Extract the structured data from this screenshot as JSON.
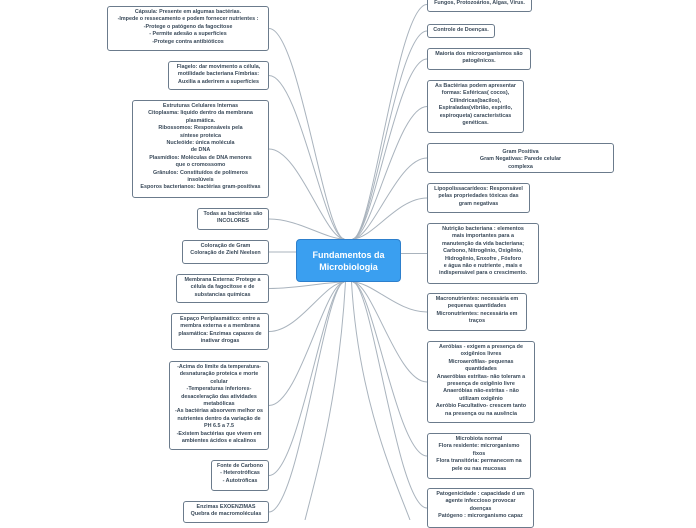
{
  "central": {
    "title": "Fundamentos da Microbiologia"
  },
  "left_nodes": [
    {
      "id": "capsula",
      "text": "Cápsula: Presente em algumas bactérias.\n-Impede o ressecamento e podem fornecer nutrientes :\n-Protege o patógeno da fagocitose\n- Permite adesão a superfícies\n-Protege contra antibióticos"
    },
    {
      "id": "flagelo",
      "text": "Flagelo: dar movimento a célula,\nmotilidade bacteriana Fímbrias:\nAuxilia a aderirem a superfícies"
    },
    {
      "id": "estruturas",
      "text": "Estruturas Celulares Internas\nCitoplasma: liquido dentro da membrana\nplasmática.\nRibossomos: Responsáveis pela\nsíntese proteica\nNucleóide: única molécula\nde DNA\nPlasmídios: Moléculas de DNA menores\nque o cromossomo\nGrânulos: Constituídos de polímeros\ninsolúveis\nEsporos bacterianos: bactérias gram-positivas"
    },
    {
      "id": "incolores",
      "text": "Todas as bactérias são\nINCOLORES"
    },
    {
      "id": "coloracao",
      "text": "Coloração de Gram\nColoração de Ziehl Neelsen"
    },
    {
      "id": "membrana_externa",
      "text": "Membrana Externa: Protege a\ncélula da fagocitose e de\nsubstancias químicas"
    },
    {
      "id": "periplasmatico",
      "text": "Espaço Periplasmático: entre a\nmembra externa e a membrana\nplasmática: Enzimas capazes de\ninativar drogas"
    },
    {
      "id": "temperatura",
      "text": "-Acima do limite da temperatura-\ndesnaturação proteica e morte\ncelular\n-Temperaturas inferiores-\ndesaceleração das atividades\nmetabólicas\n-As bactérias absorvem melhor os\nnutrientes dentro da variação de\nPH 6.5 a 7.5\n-Existem bactérias que vivem em\nambientes ácidos e alcalinos"
    },
    {
      "id": "fonte_carbono",
      "text": "Fonte de Carbono\n- Heterotróficas\n- Autotróficas"
    },
    {
      "id": "enzimas",
      "text": "Enzimas EXOENZIMAS\nQuebra de macromoléculas"
    }
  ],
  "right_nodes": [
    {
      "id": "fungos",
      "text": "Fungos, Protozoários, Algas, Vírus."
    },
    {
      "id": "controle",
      "text": "Controle de Doenças."
    },
    {
      "id": "maioria",
      "text": "Maioria dos microorganismos são\npatogênicos."
    },
    {
      "id": "formas",
      "text": "As Bactérias podem apresentar\nformas: Esféricas( cocos),\nCilíndricas(bacilos),\nEspiraladas(vibrião, espirilo,\nespiroqueta) características\ngenéticas."
    },
    {
      "id": "gram",
      "text": "Gram Positiva\nGram Negativas: Parede celular\ncomplexa"
    },
    {
      "id": "lipopolissacarideos",
      "text": "Lipopolissacarídeos: Responsável\npelas propriedades tóxicas das\ngram negativas"
    },
    {
      "id": "nutricao",
      "text": "Nutrição bacteriana : elementos\nmais importantes para a\nmanutenção da vida bacteriana;\nCarbono, Nitrogênio, Oxigênio,\nHidrogênio, Enxofre , Fósforo\ne água não e nutriente , mais e\nindispensável para o crescimento."
    },
    {
      "id": "macronutrientes",
      "text": "Macronutrientes: necessária em\npequenas quantidades\nMicronutrientes: necessária em\ntraços"
    },
    {
      "id": "aerobias",
      "text": "Aeróbias - exigem a presença de\noxigênios livres\nMicroaerófilas- pequenas\nquantidades\nAnaeróbias estritas- não toleram a\npresença de oxigênio livre\nAnaeróbias não-estritas - não\nutilizam oxigênio\nAeróbio Facultativo- crescem tanto\nna presença ou na ausência"
    },
    {
      "id": "microbiota",
      "text": "Microbiota normal\nFlora residente: microrganismo\nfixos\nFlora transitória: permanecem na\npele ou nas mucosas"
    },
    {
      "id": "patogenicidade",
      "text": "Patogenicidade : capacidade d um\nagente infeccioso provocar\ndoenças\nPatógeno : microrganismo capaz"
    }
  ]
}
